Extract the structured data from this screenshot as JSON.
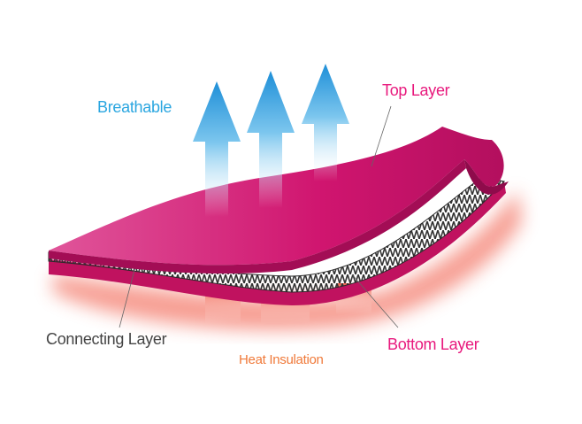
{
  "labels": {
    "breathable": "Breathable",
    "top_layer": "Top Layer",
    "connecting_layer": "Connecting Layer",
    "heat_insulation": "Heat Insulation",
    "bottom_layer": "Bottom Layer"
  },
  "colors": {
    "fabric": "#d0156f",
    "breathable": "#2aa6e0",
    "heat": "#f05a3a",
    "pink_label": "#e8197d"
  }
}
